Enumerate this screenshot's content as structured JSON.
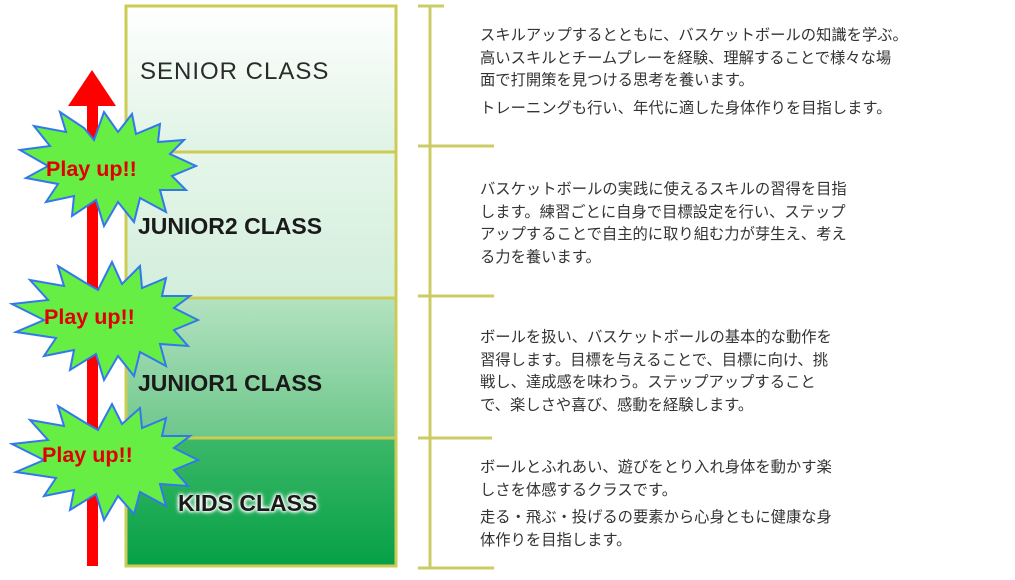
{
  "classes": {
    "senior": "SENIOR CLASS",
    "junior2": "JUNIOR2 CLASS",
    "junior1": "JUNIOR1 CLASS",
    "kids": "KIDS CLASS"
  },
  "badges": {
    "top": "Play up!!",
    "middle": "Play up!!",
    "bottom": "Play up!!"
  },
  "descriptions": {
    "senior": [
      "スキルアップするとともに、バスケットボールの知識を学ぶ。",
      "高いスキルとチームプレーを経験、理解することで様々な場",
      "面で打開策を見つける思考を養います。",
      "トレーニングも行い、年代に適した身体作りを目指します。"
    ],
    "junior2": [
      "バスケットボールの実践に使えるスキルの習得を目指",
      "します。練習ごとに自身で目標設定を行い、ステップ",
      "アップすることで自主的に取り組む力が芽生え、考え",
      "る力を養います。"
    ],
    "junior1": [
      "ボールを扱い、バスケットボールの基本的な動作を",
      "習得します。目標を与えることで、目標に向け、挑",
      "戦し、達成感を味わう。ステップアップすること",
      "で、楽しさや喜び、感動を経験します。"
    ],
    "kids": [
      "ボールとふれあい、遊びをとり入れ身体を動かす楽",
      "しさを体感するクラスです。",
      "走る・飛ぶ・投げるの要素から心身ともに健康な身",
      "体作りを目指します。"
    ]
  },
  "colors": {
    "arrow": "#ff0000",
    "burst_fill": "#66ee44",
    "burst_stroke": "#3377ee",
    "box_border": "#cccc55",
    "bracket": "#cccc66",
    "badge_text": "#e00000"
  }
}
